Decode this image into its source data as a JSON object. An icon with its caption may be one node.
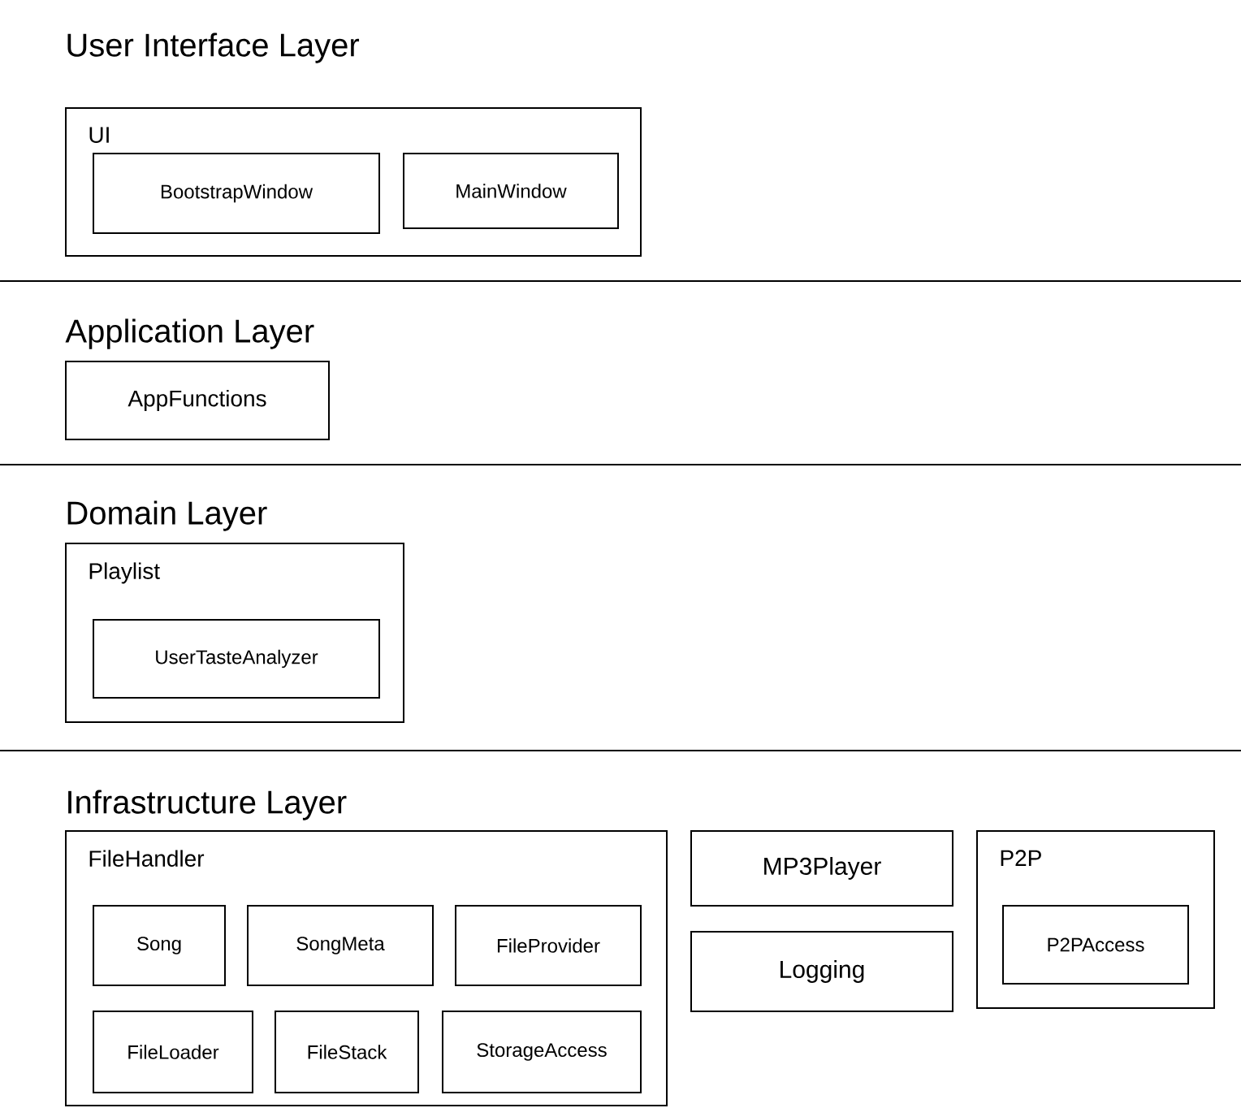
{
  "diagram": {
    "nodes": [
      {
        "text": [
          "UI"
        ]
      },
      {
        "text": [
          "BootstrapWindow"
        ],
        "in": 0
      },
      {
        "text": [
          "MainWindow"
        ],
        "in": 0
      },
      {
        "text": [
          "AppFunctions"
        ]
      },
      {
        "text": [
          "Playlist"
        ]
      },
      {
        "text": [
          "UserTasteAnalyzer"
        ],
        "in": 4
      },
      {
        "text": [
          "FileHandler"
        ]
      },
      {
        "text": [
          "Song"
        ],
        "in": 6
      },
      {
        "text": [
          "SongMeta"
        ],
        "in": 6
      },
      {
        "text": [
          "FileProvider"
        ],
        "in": 6
      },
      {
        "text": [
          "FileLoader"
        ],
        "in": 6
      },
      {
        "text": [
          "FileStack"
        ],
        "in": 6
      },
      {
        "text": [
          "StorageAccess"
        ],
        "in": 6
      },
      {
        "text": [
          "MP3Player"
        ]
      },
      {
        "text": [
          "Logging"
        ]
      },
      {
        "text": [
          "P2P"
        ]
      },
      {
        "text": [
          "P2PAccess"
        ],
        "in": 15
      }
    ],
    "edges": [],
    "labels": [
      "User Interface Layer",
      "Application Layer",
      "Domain Layer",
      "Infrastructure Layer"
    ]
  }
}
